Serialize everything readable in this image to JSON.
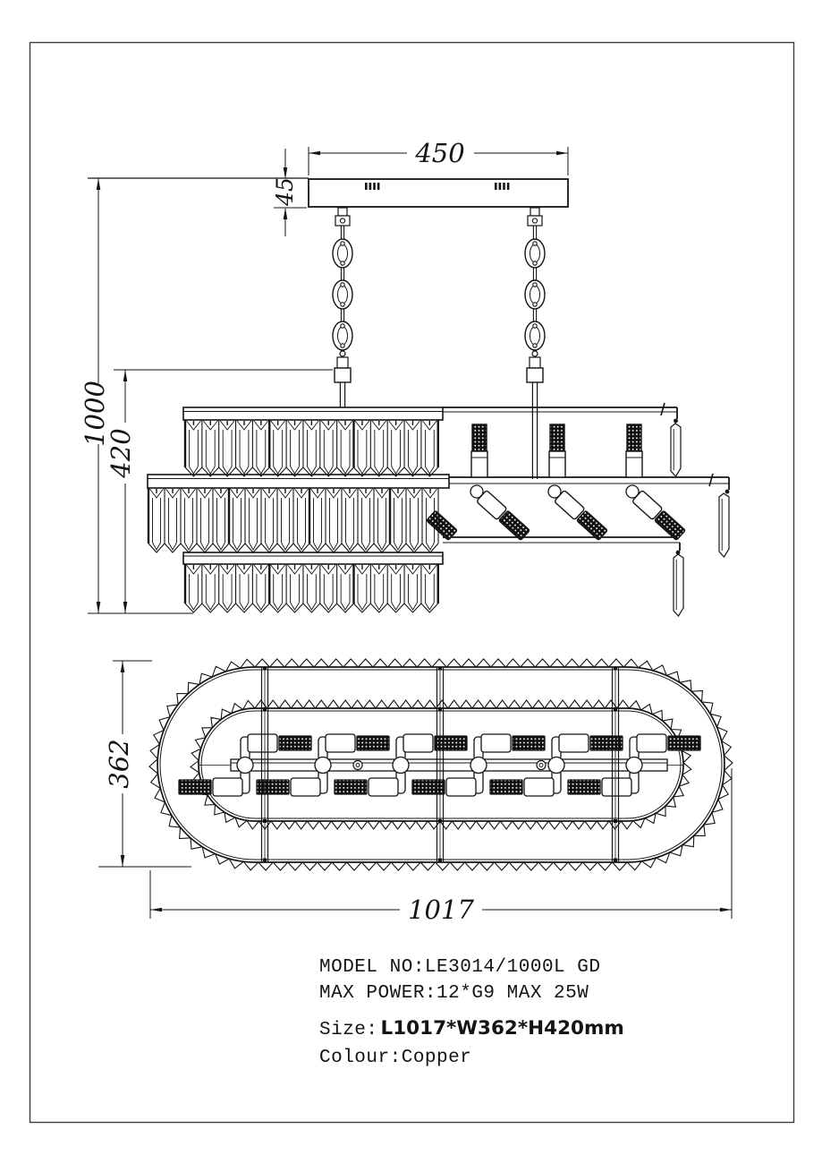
{
  "colors": {
    "line": "#141414",
    "background": "#ffffff",
    "page_border": "#3d3d3d"
  },
  "dim_labels": {
    "canopy_width": "450",
    "canopy_height": "45",
    "overall_drop": "1000",
    "body_height": "420",
    "body_width": "362",
    "body_length": "1017"
  },
  "spec_text": {
    "model": "MODEL NO:LE3014/1000L GD",
    "max_power": "MAX POWER:12*G9 MAX 25W",
    "size_label": "Size:",
    "size_value": "L1017*W362*H420mm",
    "colour": "Colour:Copper"
  }
}
